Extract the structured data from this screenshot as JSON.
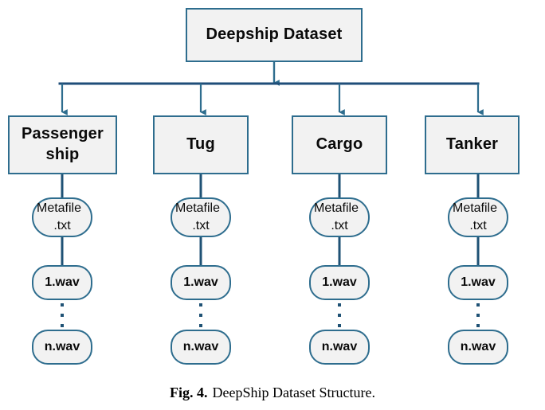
{
  "figure": {
    "caption_label": "Fig. 4.",
    "caption_text": "DeepShip Dataset Structure.",
    "root_label": "Deepship Dataset"
  },
  "colors": {
    "node_border": "#2E6D8E",
    "node_fill": "#F2F2F2",
    "connector": "#1F5275",
    "bus_line": "#1F4E79",
    "text": "#0a0a0a",
    "background": "#FFFFFF"
  },
  "diagram": {
    "type": "tree",
    "root": "Deepship Dataset",
    "categories": [
      {
        "label_line1": "Passenger",
        "label_line2": "ship",
        "full_label": "Passenger ship",
        "children": [
          {
            "line1": "Metafile",
            "line2": ".txt",
            "full": "Metafile.txt"
          },
          {
            "line1": "1.wav",
            "line2": "",
            "full": "1.wav"
          },
          {
            "line1": "n.wav",
            "line2": "",
            "full": "n.wav"
          }
        ]
      },
      {
        "label_line1": "Tug",
        "label_line2": "",
        "full_label": "Tug",
        "children": [
          {
            "line1": "Metafile",
            "line2": ".txt",
            "full": "Metafile.txt"
          },
          {
            "line1": "1.wav",
            "line2": "",
            "full": "1.wav"
          },
          {
            "line1": "n.wav",
            "line2": "",
            "full": "n.wav"
          }
        ]
      },
      {
        "label_line1": "Cargo",
        "label_line2": "",
        "full_label": "Cargo",
        "children": [
          {
            "line1": "Metafile",
            "line2": ".txt",
            "full": "Metafile.txt"
          },
          {
            "line1": "1.wav",
            "line2": "",
            "full": "1.wav"
          },
          {
            "line1": "n.wav",
            "line2": "",
            "full": "n.wav"
          }
        ]
      },
      {
        "label_line1": "Tanker",
        "label_line2": "",
        "full_label": "Tanker",
        "children": [
          {
            "line1": "Metafile",
            "line2": ".txt",
            "full": "Metafile.txt"
          },
          {
            "line1": "1.wav",
            "line2": "",
            "full": "1.wav"
          },
          {
            "line1": "n.wav",
            "line2": "",
            "full": "n.wav"
          }
        ]
      }
    ]
  }
}
